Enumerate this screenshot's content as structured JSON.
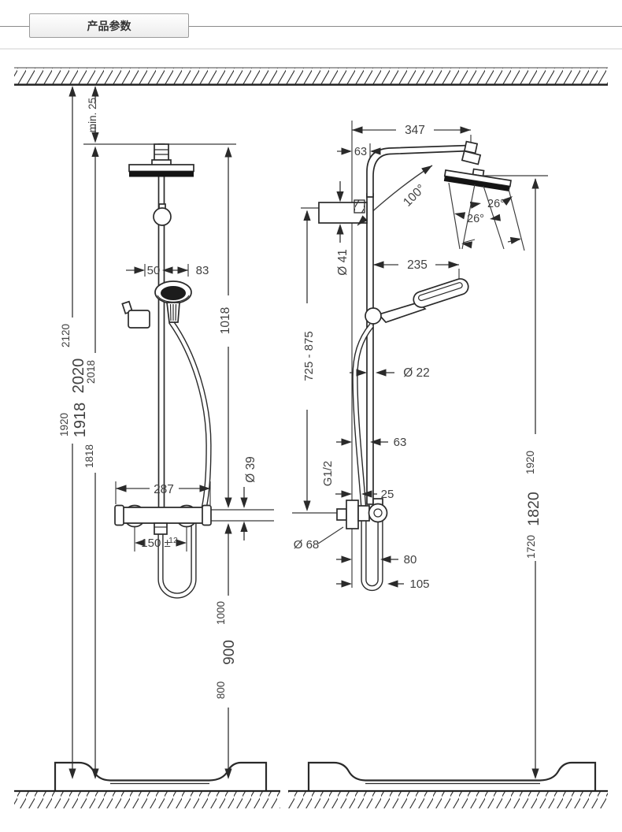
{
  "header": {
    "tab_label": "产品参数"
  },
  "labels": {
    "min25": "min. 25",
    "h2120": "2120",
    "h2020": "2020",
    "h2018": "2018",
    "h1920": "1920",
    "h1918": "1918",
    "h1818": "1818",
    "w50": "50",
    "w83": "83",
    "len1018": "1018",
    "w287": "287",
    "dia39": "Ø 39",
    "w150": "150 ±",
    "w150sup": "12",
    "h1000": "1000",
    "h900": "900",
    "h800": "800",
    "w347": "347",
    "w63top": "63",
    "ang100": "100°",
    "ang26a": "26°",
    "ang26b": "26°",
    "dia41": "Ø 41",
    "w235": "235",
    "h725_875": "725 - 875",
    "dia22": "Ø 22",
    "w63mid": "63",
    "g_half": "G1/2",
    "w25": "25",
    "dia68": "Ø 68",
    "w80": "80",
    "w105": "105",
    "h1920r": "1920",
    "h1820r": "1820",
    "h1720r": "1720"
  }
}
